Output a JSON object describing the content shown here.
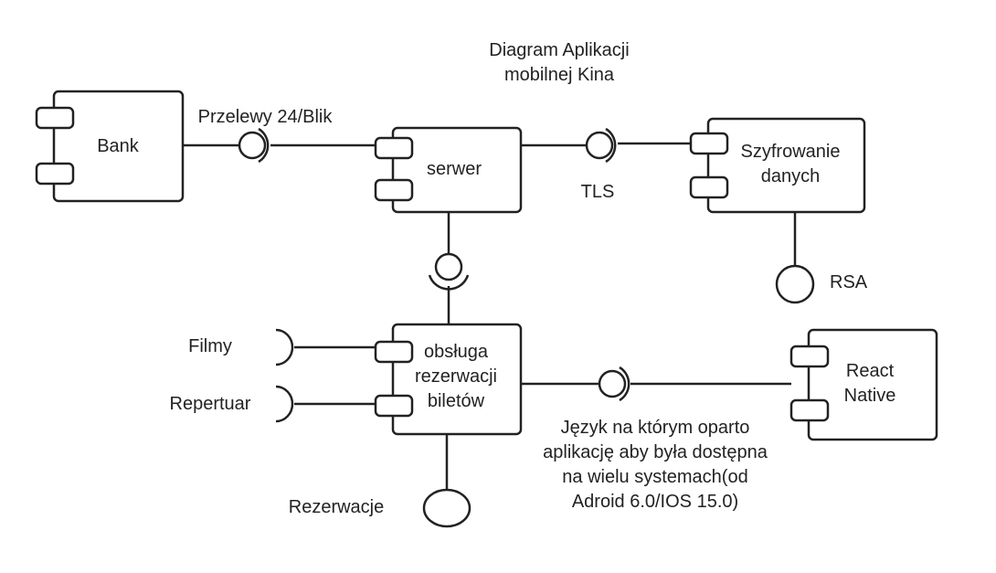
{
  "title": {
    "line1": "Diagram Aplikacji",
    "line2": "mobilnej Kina"
  },
  "components": {
    "bank": "Bank",
    "serwer": "serwer",
    "szyfrowanie": {
      "line1": "Szyfrowanie",
      "line2": "danych"
    },
    "obsluga": {
      "line1": "obsługa",
      "line2": "rezerwacji",
      "line3": "biletów"
    },
    "react": {
      "line1": "React",
      "line2": "Native"
    }
  },
  "interfaces": {
    "przelewy": "Przelewy 24/Blik",
    "tls": "TLS",
    "rsa": "RSA",
    "filmy": "Filmy",
    "repertuar": "Repertuar",
    "rezerwacje": "Rezerwacje"
  },
  "note": {
    "line1": "Język na którym oparto",
    "line2": "aplikację aby była dostępna",
    "line3": "na wielu systemach(od",
    "line4": "Adroid 6.0/IOS 15.0)"
  }
}
